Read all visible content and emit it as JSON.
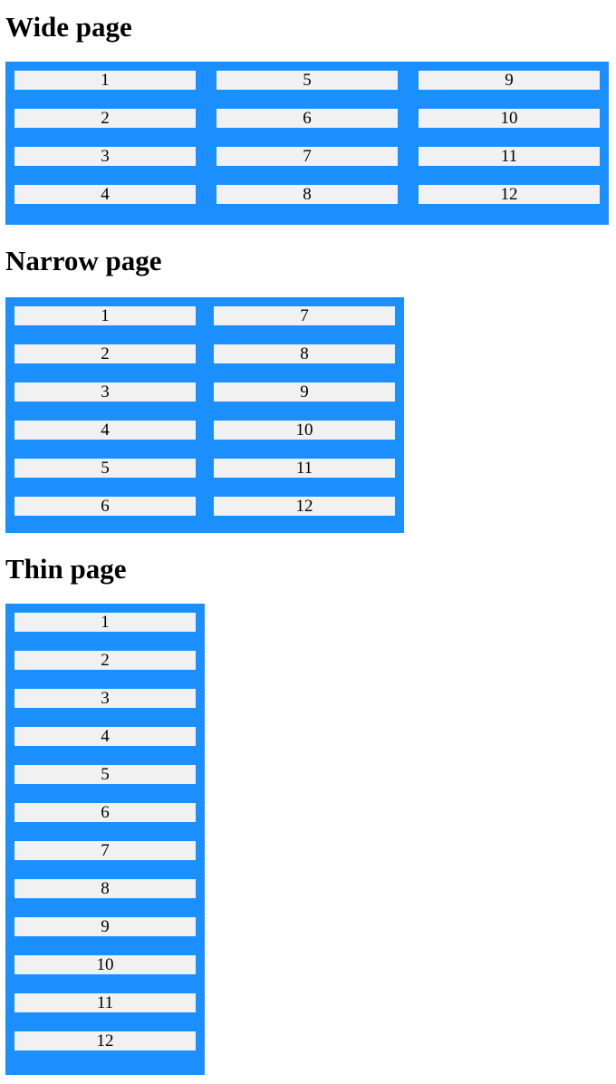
{
  "colors": {
    "panel_background": "#1c8fff",
    "cell_background": "#f1f1f1",
    "page_background": "#ffffff",
    "text": "#000000"
  },
  "sections": [
    {
      "title": "Wide page",
      "columns": [
        [
          "1",
          "2",
          "3",
          "4"
        ],
        [
          "5",
          "6",
          "7",
          "8"
        ],
        [
          "9",
          "10",
          "11",
          "12"
        ]
      ]
    },
    {
      "title": "Narrow page",
      "columns": [
        [
          "1",
          "2",
          "3",
          "4",
          "5",
          "6"
        ],
        [
          "7",
          "8",
          "9",
          "10",
          "11",
          "12"
        ]
      ]
    },
    {
      "title": "Thin page",
      "columns": [
        [
          "1",
          "2",
          "3",
          "4",
          "5",
          "6",
          "7",
          "8",
          "9",
          "10",
          "11",
          "12"
        ]
      ]
    }
  ]
}
